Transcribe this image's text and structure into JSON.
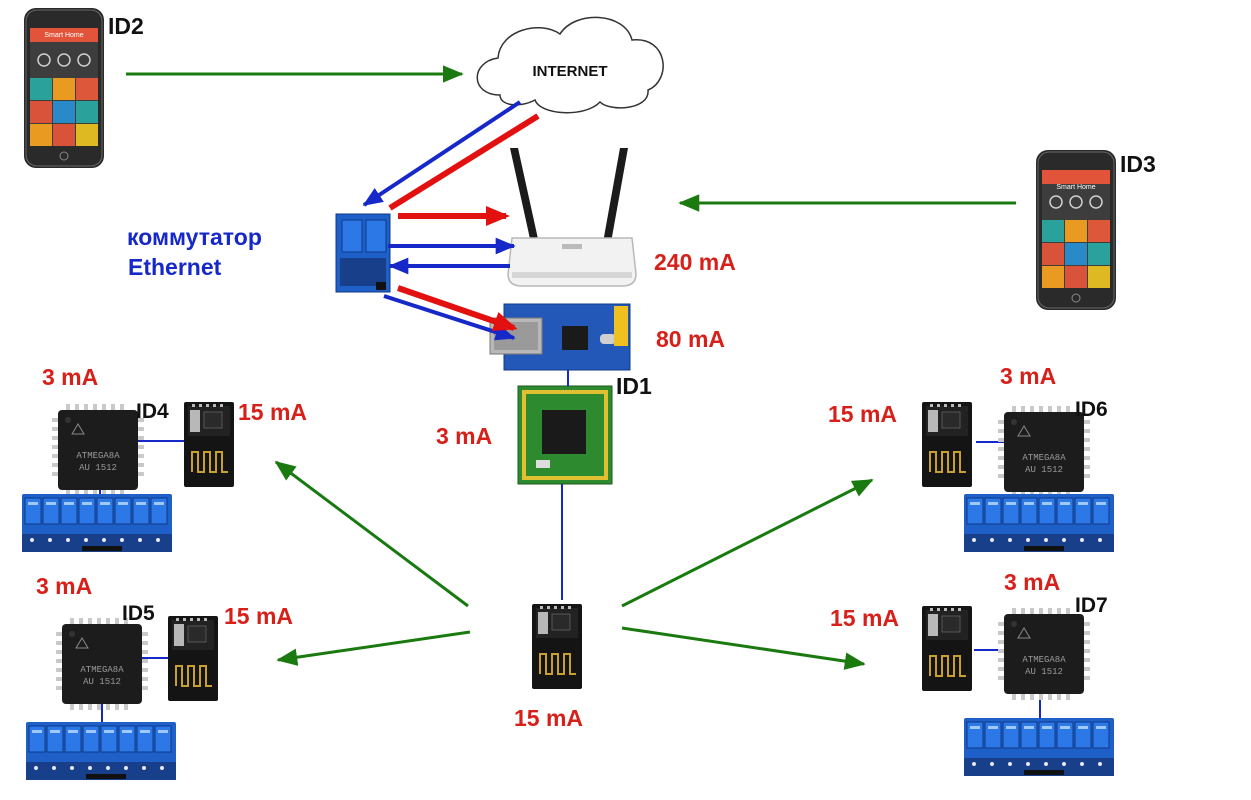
{
  "cloud_label": "INTERNET",
  "switch_label": {
    "line1": "коммутатор",
    "line2": "Ethernet"
  },
  "phone": {
    "app_title": "Smart Home"
  },
  "chip": {
    "line1": "ATMEGA8A",
    "line2": "AU 1512"
  },
  "nodes": {
    "id1": "ID1",
    "id2": "ID2",
    "id3": "ID3",
    "id4": "ID4",
    "id5": "ID5",
    "id6": "ID6",
    "id7": "ID7"
  },
  "currents": {
    "router": "240 mA",
    "ethernet_module": "80 mA",
    "hub_mcu": "3 mA",
    "hub_radio": "15 mA",
    "id4_mcu": "3 mA",
    "id4_radio": "15 mA",
    "id5_mcu": "3 mA",
    "id5_radio": "15 mA",
    "id6_mcu": "3 mA",
    "id6_radio": "15 mA",
    "id7_mcu": "3 mA",
    "id7_radio": "15 mA"
  },
  "colors": {
    "green_arrow": "#1a7a10",
    "blue_link": "#1628c8",
    "red_link": "#e31010",
    "relay_blue": "#1f5fc8",
    "chip_black": "#1c1c1c",
    "pcb_blue": "#2458b8",
    "pcb_green": "#2e8a2e"
  }
}
